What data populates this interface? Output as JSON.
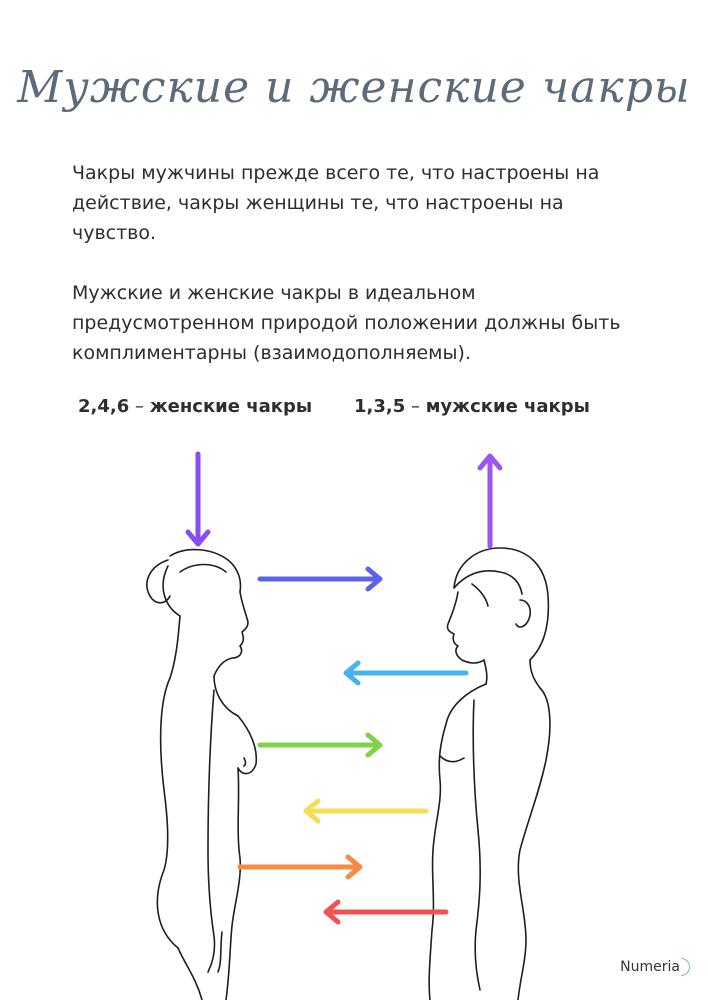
{
  "title": "Мужские и женские чакры",
  "paragraphs": {
    "p1": "Чакры мужчины прежде всего те, что настроены на действие, чакры женщины те, что настроены на чувство.",
    "p2": "Мужские и женские чакры в идеальном предусмотренном природой положении должны быть комплиментарны (взаимодополняемы)."
  },
  "legend": {
    "female_numbers": "2,4,6",
    "female_label": "женские чакры",
    "male_numbers": "1,3,5",
    "male_label": "мужские чакры",
    "dash": "–"
  },
  "arrows": [
    {
      "chakra": 7,
      "direction": "down-into-woman",
      "color": "#8a4cf5"
    },
    {
      "chakra": 7,
      "direction": "up-from-man",
      "color": "#9a55f2"
    },
    {
      "chakra": 6,
      "direction": "woman-to-man",
      "color": "#5b63ee"
    },
    {
      "chakra": 5,
      "direction": "man-to-woman",
      "color": "#45b3ee"
    },
    {
      "chakra": 4,
      "direction": "woman-to-man",
      "color": "#7ed348"
    },
    {
      "chakra": 3,
      "direction": "man-to-woman",
      "color": "#f7dc55"
    },
    {
      "chakra": 2,
      "direction": "woman-to-man",
      "color": "#f78b45"
    },
    {
      "chakra": 1,
      "direction": "man-to-woman",
      "color": "#f25252"
    }
  ],
  "brand": {
    "name": "Numeria"
  }
}
